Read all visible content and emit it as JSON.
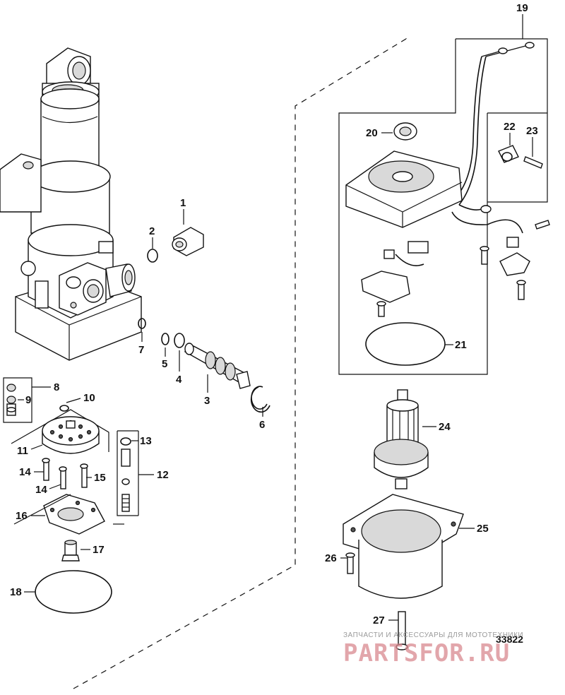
{
  "diagram": {
    "figure_number": "33822",
    "part_numbers": [
      "1",
      "2",
      "3",
      "4",
      "5",
      "6",
      "7",
      "8",
      "9",
      "10",
      "11",
      "12",
      "13",
      "14",
      "14",
      "15",
      "16",
      "17",
      "18",
      "19",
      "20",
      "21",
      "22",
      "23",
      "24",
      "25",
      "26",
      "27"
    ]
  },
  "watermark": {
    "tagline": "ЗАПЧАСТИ И АКСЕССУАРЫ ДЛЯ МОТОТЕХНИКИ",
    "logo": "PARTSFOR.RU"
  }
}
